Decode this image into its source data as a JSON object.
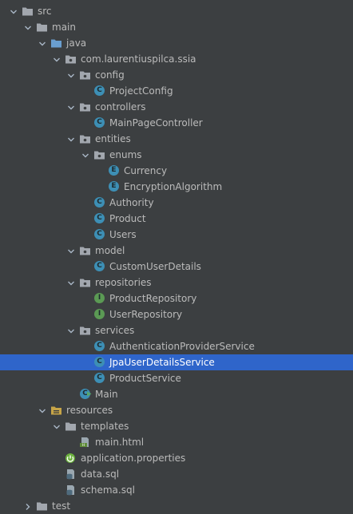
{
  "colors": {
    "background": "#3c3f41",
    "text": "#bbbbbb",
    "selection": "#2f65ca",
    "folder": "#a2a7ae",
    "source_folder": "#6a9fd0",
    "resources_folder": "#c7a548",
    "class_icon": "#3d8fb5",
    "enum_icon": "#3d8fb5",
    "interface_icon": "#5b9a54",
    "spring_icon": "#6db33f"
  },
  "tree": [
    {
      "label": "src",
      "depth": 0,
      "expanded": true,
      "kind": "folder",
      "icon": "folder-icon"
    },
    {
      "label": "main",
      "depth": 1,
      "expanded": true,
      "kind": "folder",
      "icon": "folder-icon"
    },
    {
      "label": "java",
      "depth": 2,
      "expanded": true,
      "kind": "source-folder",
      "icon": "source-folder-icon"
    },
    {
      "label": "com.laurentiuspilca.ssia",
      "depth": 3,
      "expanded": true,
      "kind": "package",
      "icon": "package-icon"
    },
    {
      "label": "config",
      "depth": 4,
      "expanded": true,
      "kind": "package",
      "icon": "package-icon"
    },
    {
      "label": "ProjectConfig",
      "depth": 5,
      "kind": "class",
      "icon": "class-icon",
      "badge": "C"
    },
    {
      "label": "controllers",
      "depth": 4,
      "expanded": true,
      "kind": "package",
      "icon": "package-icon"
    },
    {
      "label": "MainPageController",
      "depth": 5,
      "kind": "class",
      "icon": "class-icon",
      "badge": "C"
    },
    {
      "label": "entities",
      "depth": 4,
      "expanded": true,
      "kind": "package",
      "icon": "package-icon"
    },
    {
      "label": "enums",
      "depth": 5,
      "expanded": true,
      "kind": "package",
      "icon": "package-icon"
    },
    {
      "label": "Currency",
      "depth": 6,
      "kind": "enum",
      "icon": "enum-icon",
      "badge": "E"
    },
    {
      "label": "EncryptionAlgorithm",
      "depth": 6,
      "kind": "enum",
      "icon": "enum-icon",
      "badge": "E"
    },
    {
      "label": "Authority",
      "depth": 5,
      "kind": "class",
      "icon": "class-icon",
      "badge": "C"
    },
    {
      "label": "Product",
      "depth": 5,
      "kind": "class",
      "icon": "class-icon",
      "badge": "C"
    },
    {
      "label": "Users",
      "depth": 5,
      "kind": "class",
      "icon": "class-icon",
      "badge": "C"
    },
    {
      "label": "model",
      "depth": 4,
      "expanded": true,
      "kind": "package",
      "icon": "package-icon"
    },
    {
      "label": "CustomUserDetails",
      "depth": 5,
      "kind": "class",
      "icon": "class-icon",
      "badge": "C"
    },
    {
      "label": "repositories",
      "depth": 4,
      "expanded": true,
      "kind": "package",
      "icon": "package-icon"
    },
    {
      "label": "ProductRepository",
      "depth": 5,
      "kind": "interface",
      "icon": "interface-icon",
      "badge": "I"
    },
    {
      "label": "UserRepository",
      "depth": 5,
      "kind": "interface",
      "icon": "interface-icon",
      "badge": "I"
    },
    {
      "label": "services",
      "depth": 4,
      "expanded": true,
      "kind": "package",
      "icon": "package-icon"
    },
    {
      "label": "AuthenticationProviderService",
      "depth": 5,
      "kind": "class",
      "icon": "class-icon",
      "badge": "C"
    },
    {
      "label": "JpaUserDetailsService",
      "depth": 5,
      "kind": "class",
      "icon": "class-icon",
      "badge": "C",
      "selected": true
    },
    {
      "label": "ProductService",
      "depth": 5,
      "kind": "class",
      "icon": "class-icon",
      "badge": "C"
    },
    {
      "label": "Main",
      "depth": 4,
      "kind": "main-class",
      "icon": "main-class-icon",
      "badge": "C"
    },
    {
      "label": "resources",
      "depth": 2,
      "expanded": true,
      "kind": "resources-folder",
      "icon": "resources-folder-icon"
    },
    {
      "label": "templates",
      "depth": 3,
      "expanded": true,
      "kind": "folder",
      "icon": "folder-icon"
    },
    {
      "label": "main.html",
      "depth": 4,
      "kind": "html",
      "icon": "html-file-icon"
    },
    {
      "label": "application.properties",
      "depth": 3,
      "kind": "spring",
      "icon": "spring-properties-icon"
    },
    {
      "label": "data.sql",
      "depth": 3,
      "kind": "sql",
      "icon": "sql-file-icon"
    },
    {
      "label": "schema.sql",
      "depth": 3,
      "kind": "sql",
      "icon": "sql-file-icon"
    },
    {
      "label": "test",
      "depth": 1,
      "expanded": false,
      "kind": "folder",
      "icon": "folder-icon"
    }
  ]
}
